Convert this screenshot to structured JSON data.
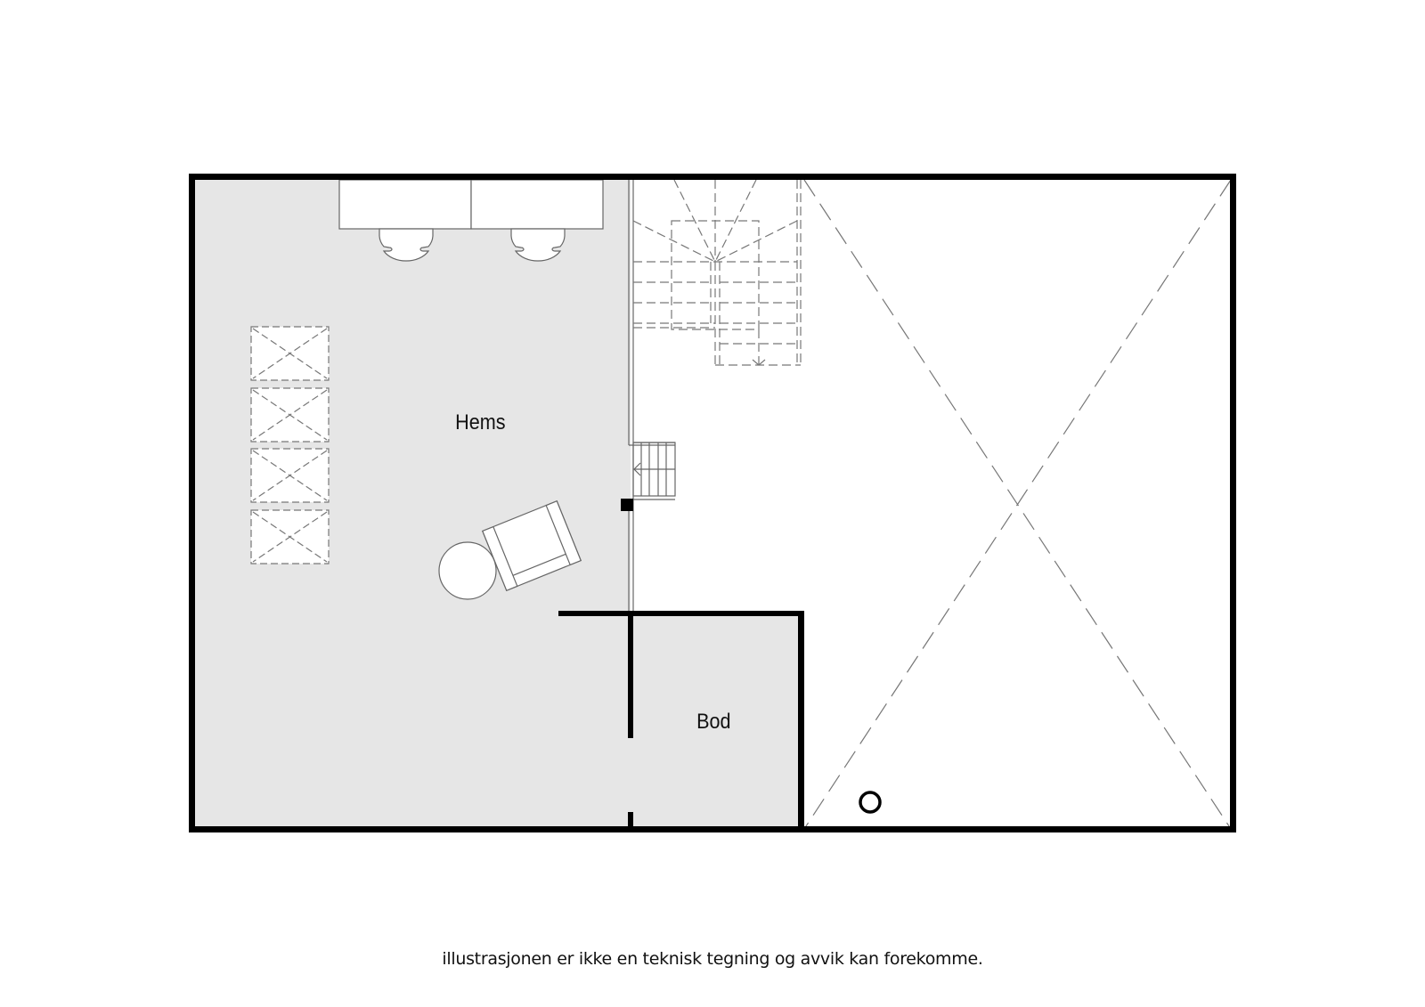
{
  "plan": {
    "rooms": [
      {
        "name": "Hems",
        "fill": "#e6e6e6"
      },
      {
        "name": "Bod",
        "fill": "#e6e6e6"
      }
    ],
    "open_area": {
      "symbol": "open-to-below-cross",
      "fill": "#ffffff"
    },
    "furniture": [
      "desk",
      "desk",
      "office-chair",
      "office-chair",
      "armchair",
      "round-table"
    ],
    "features": [
      "skylight",
      "skylight",
      "skylight",
      "skylight",
      "staircase",
      "ladder-stair",
      "column",
      "chimney-pipe"
    ]
  },
  "labels": {
    "hems": "Hems",
    "bod": "Bod"
  },
  "footer": {
    "disclaimer": "illustrasjonen er ikke en teknisk tegning og avvik kan forekomme."
  },
  "colors": {
    "wall": "#000000",
    "room_fill": "#e6e6e6",
    "line": "#777777",
    "background": "#ffffff"
  }
}
